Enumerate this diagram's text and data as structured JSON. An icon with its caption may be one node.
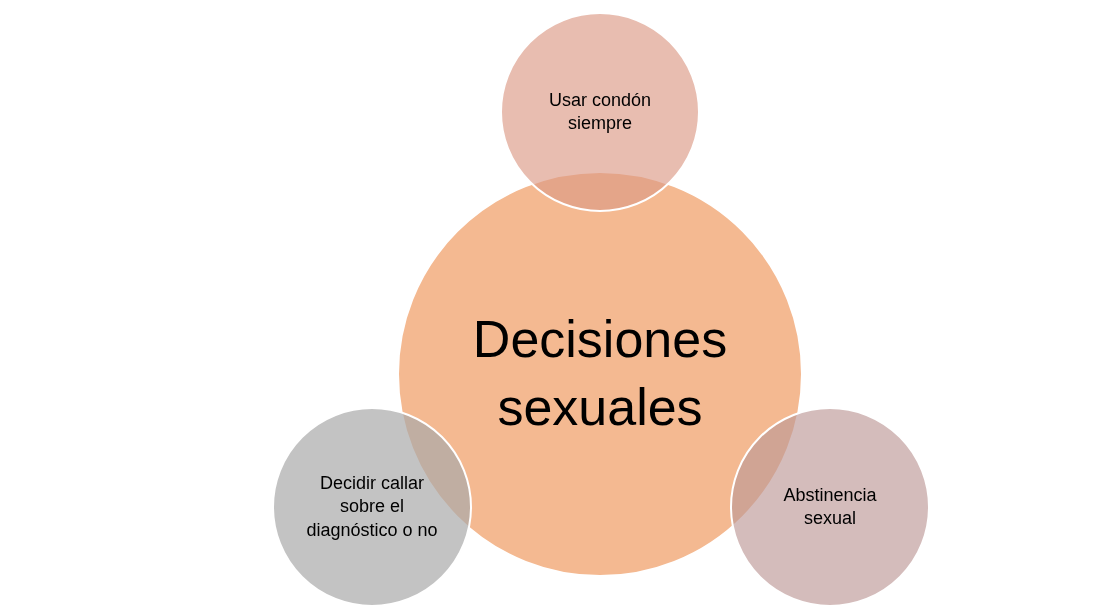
{
  "diagram": {
    "nodes": [
      {
        "text": [
          "Usar condón siempre"
        ]
      },
      {
        "text": [
          "Decisiones sexuales"
        ]
      },
      {
        "text": [
          "Decidir callar sobre el diagnóstico o no"
        ]
      },
      {
        "text": [
          "Abstinencia sexual"
        ]
      }
    ]
  }
}
